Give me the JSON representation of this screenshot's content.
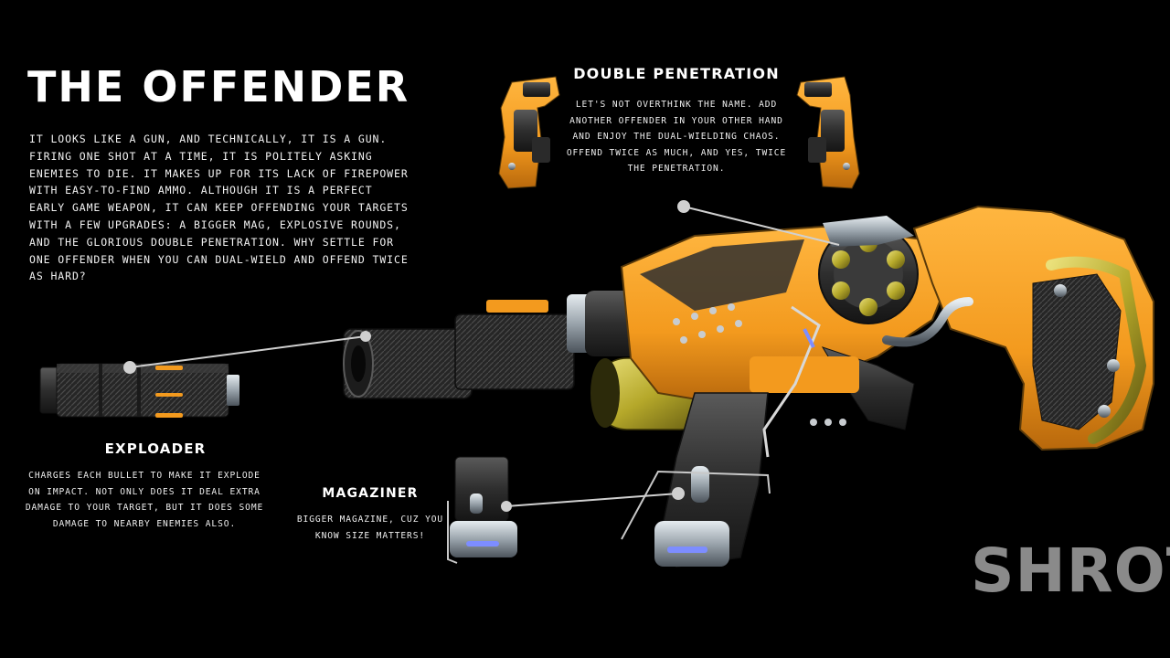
{
  "page": {
    "title": "THE OFFENDER",
    "description": "IT LOOKS LIKE A GUN, AND TECHNICALLY, IT IS A GUN. FIRING ONE SHOT AT A TIME, IT IS POLITELY ASKING ENEMIES TO DIE. IT MAKES UP FOR ITS LACK OF FIREPOWER WITH EASY-TO-FIND AMMO. ALTHOUGH IT IS A PERFECT EARLY GAME WEAPON, IT CAN KEEP OFFENDING YOUR TARGETS WITH A FEW UPGRADES: A BIGGER MAG, EXPLOSIVE ROUNDS, AND THE GLORIOUS DOUBLE PENETRATION. WHY SETTLE FOR ONE OFFENDER WHEN YOU CAN DUAL-WIELD AND OFFEND TWICE AS HARD?"
  },
  "features": {
    "double_penetration": {
      "title": "DOUBLE PENETRATION",
      "description": "LET'S NOT OVERTHINK THE NAME. ADD ANOTHER OFFENDER IN YOUR OTHER HAND AND ENJOY THE DUAL-WIELDING CHAOS. OFFEND TWICE AS MUCH, AND YES, TWICE THE PENETRATION."
    },
    "exploader": {
      "title": "EXPLOADER",
      "description": "CHARGES EACH BULLET TO MAKE IT EXPLODE ON IMPACT. NOT ONLY DOES IT DEAL EXTRA DAMAGE TO YOUR TARGET, BUT IT DOES SOME DAMAGE TO NEARBY ENEMIES ALSO."
    },
    "magaziner": {
      "title": "MAGAZINER",
      "description": "BIGGER MAGAZINE, CUZ YOU KNOW SIZE MATTERS!"
    }
  },
  "logo": {
    "text": "SHROT"
  },
  "colors": {
    "background": "#000000",
    "accent_orange": "#f39a1e",
    "gunmetal": "#3a3a3a",
    "chrome": "#b8c0c8",
    "logo_gray": "#8a8a8a",
    "callout_line": "#d0d0d0"
  }
}
